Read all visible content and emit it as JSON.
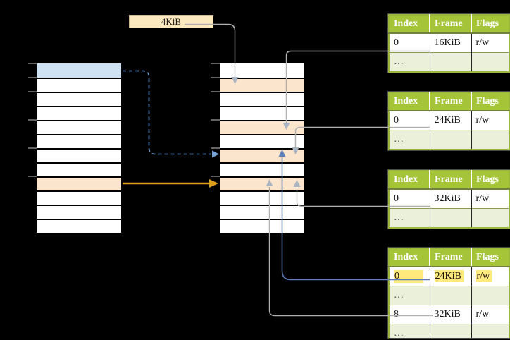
{
  "size_label": {
    "text": "4KiB"
  },
  "colors": {
    "background": "#000000",
    "row_blue": "#cfe2f3",
    "row_orange": "#fce5cd",
    "label_cream": "#fce9c0",
    "table_header_green": "#a5c437",
    "table_border_green": "#9cb83c",
    "table_row_light_green": "#eaf0d9",
    "highlight_yellow": "#ffe97d",
    "connector_gray": "#b0b0b0",
    "connector_gray_head": "#a9b4c2",
    "connector_blue": "#5d7cb5",
    "connector_blue_head": "#6080b8",
    "connector_dashed_blue": "#78a4d8",
    "arrow_orange": "#dea019",
    "tick_gray": "#8c8c8c"
  },
  "memory_columns": {
    "left": {
      "rows": [
        "blue",
        "white",
        "white",
        "white",
        "white",
        "white",
        "white",
        "white",
        "orange",
        "white",
        "white",
        "white"
      ]
    },
    "middle": {
      "rows": [
        "white",
        "orange",
        "white",
        "white",
        "orange",
        "white",
        "orange",
        "white",
        "orange",
        "white",
        "white",
        "white"
      ]
    }
  },
  "page_tables": [
    {
      "header": [
        "Index",
        "Frame",
        "Flags"
      ],
      "rows": [
        [
          "0",
          "16KiB",
          "r/w"
        ],
        [
          "…",
          "",
          ""
        ]
      ]
    },
    {
      "header": [
        "Index",
        "Frame",
        "Flags"
      ],
      "rows": [
        [
          "0",
          "24KiB",
          "r/w"
        ],
        [
          "…",
          "",
          ""
        ]
      ]
    },
    {
      "header": [
        "Index",
        "Frame",
        "Flags"
      ],
      "rows": [
        [
          "0",
          "32KiB",
          "r/w"
        ],
        [
          "…",
          "",
          ""
        ]
      ]
    },
    {
      "header": [
        "Index",
        "Frame",
        "Flags"
      ],
      "rows": [
        [
          "0",
          "24KiB",
          "r/w"
        ],
        [
          "…",
          "",
          ""
        ],
        [
          "8",
          "32KiB",
          "r/w"
        ],
        [
          "…",
          "",
          ""
        ]
      ],
      "highlighted_row": 0
    }
  ]
}
